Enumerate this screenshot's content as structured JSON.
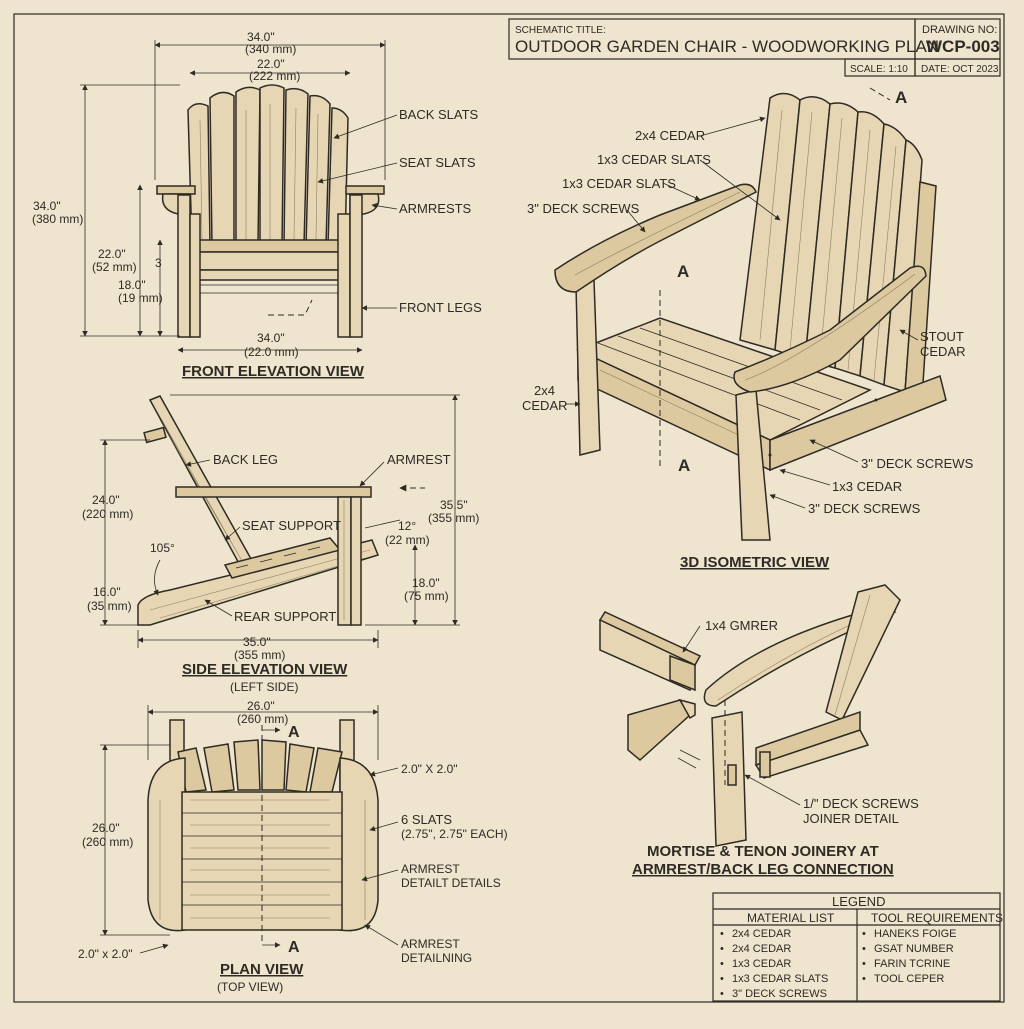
{
  "title_block": {
    "schematic_label": "SCHEMATIC TITLE:",
    "title": "OUTDOOR GARDEN CHAIR - WOODWORKING PLAN",
    "drawing_no_label": "DRAWING NO:",
    "drawing_no": "WCP-003",
    "scale": "SCALE: 1:10",
    "date": "DATE: OCT 2023"
  },
  "front_view": {
    "title": "FRONT ELEVATION VIEW",
    "dims": {
      "top_overall": "34.0\"",
      "top_overall_mm": "(340 mm)",
      "top_inner": "22.0\"",
      "top_inner_mm": "(222 mm)",
      "left_height": "34.0\"",
      "left_height_mm": "(380 mm)",
      "mid_height": "22.0\"",
      "mid_height_mm": "(52 mm)",
      "low_height": "18.0\"",
      "low_height_mm": "(19 mm)",
      "small_mark": "3",
      "bottom": "34.0\"",
      "bottom_mm": "(22.0 mm)"
    },
    "labels": {
      "back_slats": "BACK SLATS",
      "seat_slats": "SEAT SLATS",
      "armrests": "ARMRESTS",
      "front_legs": "FRONT LEGS"
    }
  },
  "side_view": {
    "title": "SIDE ELEVATION VIEW",
    "subtitle": "(LEFT SIDE)",
    "labels": {
      "back_leg": "BACK LEG",
      "armrest": "ARMREST",
      "seat_support": "SEAT SUPPORT",
      "rear_support": "REAR SUPPORT"
    },
    "dims": {
      "height_upper": "24.0\"",
      "height_upper_mm": "(220 mm)",
      "height_lower": "16.0\"",
      "height_lower_mm": "(35 mm)",
      "angle": "105°",
      "angle_small": "12°",
      "angle_small_mm": "(22 mm)",
      "overall_height": "35.5\"",
      "overall_height_mm": "(355 mm)",
      "front_height": "18.0\"",
      "front_height_mm": "(75 mm)",
      "depth": "35.0\"",
      "depth_mm": "(355 mm)"
    }
  },
  "plan_view": {
    "title": "PLAN VIEW",
    "subtitle": "(TOP VIEW)",
    "dims": {
      "width": "26.0\"",
      "width_mm": "(260 mm)",
      "depth": "26.0\"",
      "depth_mm": "(260 mm)",
      "post": "2.0\" X 2.0\"",
      "post_bottom": "2.0\" x 2.0\""
    },
    "labels": {
      "section_top": "A",
      "section_bottom": "A",
      "slats": "6 SLATS",
      "slats_detail": "(2.75\", 2.75\" EACH)",
      "armrest_detail": "ARMREST",
      "armrest_detail_2": "DETAILT DETAILS",
      "armrest_detailing": "ARMREST",
      "armrest_detailing_2": "DETAILNING"
    }
  },
  "iso_view": {
    "title": "3D ISOMETRIC VIEW",
    "labels": {
      "section_a1": "A",
      "section_a2": "A",
      "section_a3": "A",
      "cedar_2x4": "2x4 CEDAR",
      "cedar_slats_1": "1x3 CEDAR SLATS",
      "cedar_slats_2": "1x3 CEDAR SLATS",
      "deck_screws": "3\" DECK SCREWS",
      "stout": "STOUT",
      "stout_2": "CEDAR",
      "cedar_2x4_left": "2x4",
      "cedar_2x4_left_2": "CEDAR",
      "deck_screws_2": "3\" DECK SCREWS",
      "cedar_1x3": "1x3 CEDAR",
      "deck_screws_3": "3\" DECK SCREWS"
    }
  },
  "joinery": {
    "label_top": "1x4 GMRER",
    "label_screws": "1/\" DECK  SCREWS",
    "label_joiner": "JOINER DETAIL",
    "title_line1": "MORTISE & TENON JOINERY AT",
    "title_line2": "ARMREST/BACK LEG CONNECTION"
  },
  "legend": {
    "title": "LEGEND",
    "material_header": "MATERIAL LIST",
    "tool_header": "TOOL REQUIREMENTS",
    "materials": [
      "2x4 CEDAR",
      "2x4 CEDAR",
      "1x3 CEDAR",
      "1x3 CEDAR SLATS",
      "3\" DECK SCREWS"
    ],
    "tools": [
      "HANEKS FOIGE",
      "GSAT NUMBER",
      "FARIN TCRINE",
      "TOOL CEPER"
    ]
  }
}
